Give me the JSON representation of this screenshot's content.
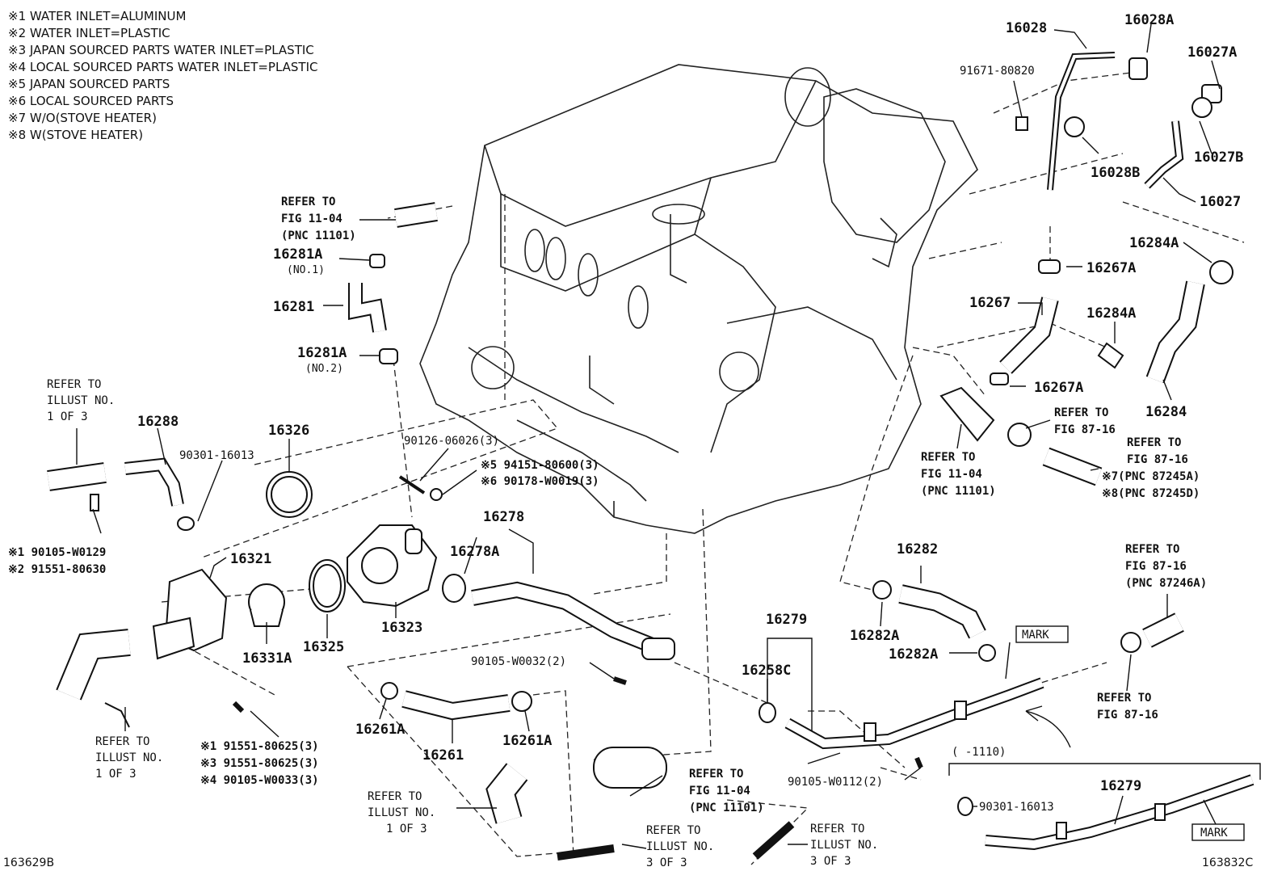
{
  "legend": [
    "※1 WATER INLET=ALUMINUM",
    "※2 WATER INLET=PLASTIC",
    "※3 JAPAN SOURCED PARTS WATER INLET=PLASTIC",
    "※4 LOCAL SOURCED PARTS WATER INLET=PLASTIC",
    "※5 JAPAN SOURCED PARTS",
    "※6 LOCAL SOURCED PARTS",
    "※7 W/O(STOVE HEATER)",
    "※8 W(STOVE HEATER)"
  ],
  "codes": {
    "left": "163629B",
    "right": "163832C"
  },
  "labels": {
    "p16028": "16028",
    "p16028A": "16028A",
    "p16027A": "16027A",
    "p91671": "91671-80820",
    "p16027B": "16027B",
    "p16028B": "16028B",
    "p16027": "16027",
    "p16284A_top": "16284A",
    "p16267A_top": "16267A",
    "p16267": "16267",
    "p16284A_mid": "16284A",
    "p16267A_mid": "16267A",
    "p16284": "16284",
    "ref_fig87_a1": "REFER TO",
    "ref_fig87_a2": "FIG 87-16",
    "ref_fig11_r1": "REFER TO",
    "ref_fig11_r2": "FIG 11-04",
    "ref_fig11_r3": "(PNC 11101)",
    "ref_fig87_b1": "REFER TO",
    "ref_fig87_b2": "FIG 87-16",
    "ref_fig87_b3": "※7(PNC 87245A)",
    "ref_fig87_b4": "※8(PNC 87245D)",
    "ref_top1": "REFER TO",
    "ref_top2": "FIG 11-04",
    "ref_top3": "(PNC 11101)",
    "p16281A_1": "16281A",
    "p16281A_1sub": "(NO.1)",
    "p16281": "16281",
    "p16281A_2": "16281A",
    "p16281A_2sub": "(NO.2)",
    "ill_a1": "REFER TO",
    "ill_a2": "ILLUST NO.",
    "ill_a3": "1 OF 3",
    "p16288": "16288",
    "p90301_a": "90301-16013",
    "p16326": "16326",
    "p90126": "90126-06026(3)",
    "p94151": "※5 94151-80600(3)",
    "p90178": "※6 90178-W0019(3)",
    "p90105_w0129": "※1 90105-W0129",
    "p91551_80630": "※2 91551-80630",
    "p16321": "16321",
    "p16278": "16278",
    "p16278A": "16278A",
    "p16331A": "16331A",
    "p16325": "16325",
    "p16323": "16323",
    "p16282": "16282",
    "p16282A_a": "16282A",
    "p16282A_b": "16282A",
    "ref_fig87_c1": "REFER TO",
    "ref_fig87_c2": "FIG 87-16",
    "ref_fig87_c3": "(PNC 87246A)",
    "mark_a": "MARK",
    "p16279": "16279",
    "p16258C": "16258C",
    "p90105_w0032": "90105-W0032(2)",
    "ref_fig87_d1": "REFER TO",
    "ref_fig87_d2": "FIG 87-16",
    "ill_b1": "REFER TO",
    "ill_b2": "ILLUST NO.",
    "ill_b3": "1 OF 3",
    "p91551_a": "※1 91551-80625(3)",
    "p91551_b": "※3 91551-80625(3)",
    "p90105_w0033": "※4 90105-W0033(3)",
    "p16261A_a": "16261A",
    "p16261": "16261",
    "p16261A_b": "16261A",
    "ref_fig11_b1": "REFER TO",
    "ref_fig11_b2": "FIG 11-04",
    "ref_fig11_b3": "(PNC 11101)",
    "p90105_w0112": "90105-W0112(2)",
    "ill_c1": "REFER TO",
    "ill_c2": "ILLUST NO.",
    "ill_c3": "1 OF 3",
    "ill_d1": "REFER TO",
    "ill_d2": "ILLUST NO.",
    "ill_d3": "3 OF 3",
    "ill_e1": "REFER TO",
    "ill_e2": "ILLUST NO.",
    "ill_e3": "3 OF 3",
    "inset_range": "(      -1110)",
    "inset_16279": "16279",
    "inset_90301": "90301-16013",
    "mark_b": "MARK"
  }
}
